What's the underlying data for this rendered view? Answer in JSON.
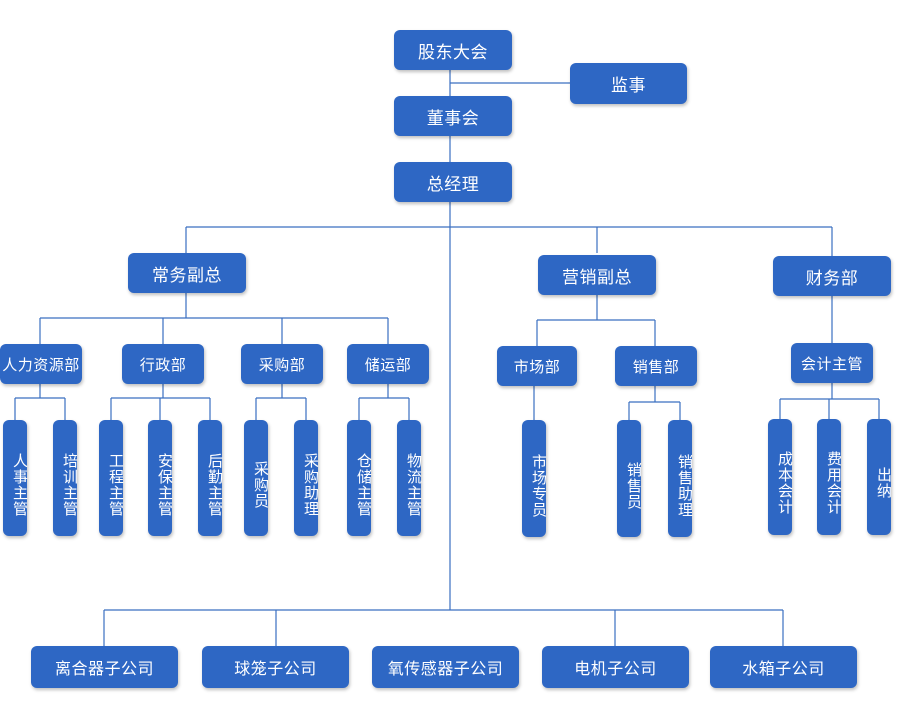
{
  "top": {
    "shareholders": "股东大会",
    "supervisor": "监事",
    "board": "董事会",
    "gm": "总经理"
  },
  "deputies": {
    "executive": "常务副总",
    "marketing": "营销副总",
    "finance": "财务部"
  },
  "departments": {
    "hr": "人力资源部",
    "admin": "行政部",
    "purchase": "采购部",
    "logistics": "储运部",
    "market": "市场部",
    "sales": "销售部",
    "accounting_lead": "会计主管"
  },
  "positions": {
    "personnel_mgr": "人事主管",
    "training_mgr": "培训主管",
    "engineering_mgr": "工程主管",
    "security_mgr": "安保主管",
    "logistics_support_mgr": "后勤主管",
    "purchaser": "采购员",
    "purchase_assistant": "采购助理",
    "warehouse_mgr": "仓储主管",
    "distribution_mgr": "物流主管",
    "market_specialist": "市场专员",
    "salesperson": "销售员",
    "sales_assistant": "销售助理",
    "cost_accountant": "成本会计",
    "expense_accountant": "费用会计",
    "cashier": "出纳"
  },
  "subsidiaries": {
    "clutch": "离合器子公司",
    "ball_cage": "球笼子公司",
    "oxygen_sensor": "氧传感器子公司",
    "motor": "电机子公司",
    "water_tank": "水箱子公司"
  }
}
